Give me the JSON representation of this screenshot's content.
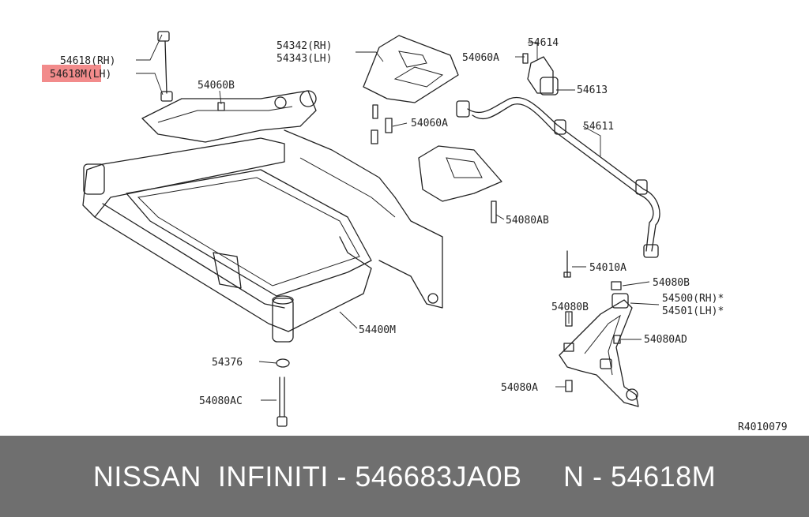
{
  "diagram": {
    "callouts": [
      {
        "id": "c54618rh",
        "text": "54618(RH)"
      },
      {
        "id": "c54618mlh",
        "text": "54618M(LH)",
        "highlight_color": "#f28b8b"
      },
      {
        "id": "c54342",
        "text": "54342(RH)"
      },
      {
        "id": "c54343",
        "text": "54343(LH)"
      },
      {
        "id": "c54060b",
        "text": "54060B"
      },
      {
        "id": "c54060a_top",
        "text": "54060A"
      },
      {
        "id": "c54614",
        "text": "54614"
      },
      {
        "id": "c54613",
        "text": "54613"
      },
      {
        "id": "c54060a_mid",
        "text": "54060A"
      },
      {
        "id": "c54611",
        "text": "54611"
      },
      {
        "id": "c54080ab",
        "text": "54080AB"
      },
      {
        "id": "c54010a",
        "text": "54010A"
      },
      {
        "id": "c54080b_r",
        "text": "54080B"
      },
      {
        "id": "c54500",
        "text": "54500(RH)*"
      },
      {
        "id": "c54501",
        "text": "54501(LH)*"
      },
      {
        "id": "c54080b_l",
        "text": "54080B"
      },
      {
        "id": "c54080ad",
        "text": "54080AD"
      },
      {
        "id": "c54400m",
        "text": "54400M"
      },
      {
        "id": "c54376",
        "text": "54376"
      },
      {
        "id": "c54080a_low",
        "text": "54080A"
      },
      {
        "id": "c54080ac",
        "text": "54080AC"
      }
    ],
    "reference_code": "R4010079"
  },
  "caption": {
    "text": "NISSAN  INFINITI - 546683JA0B     N - 54618M"
  }
}
